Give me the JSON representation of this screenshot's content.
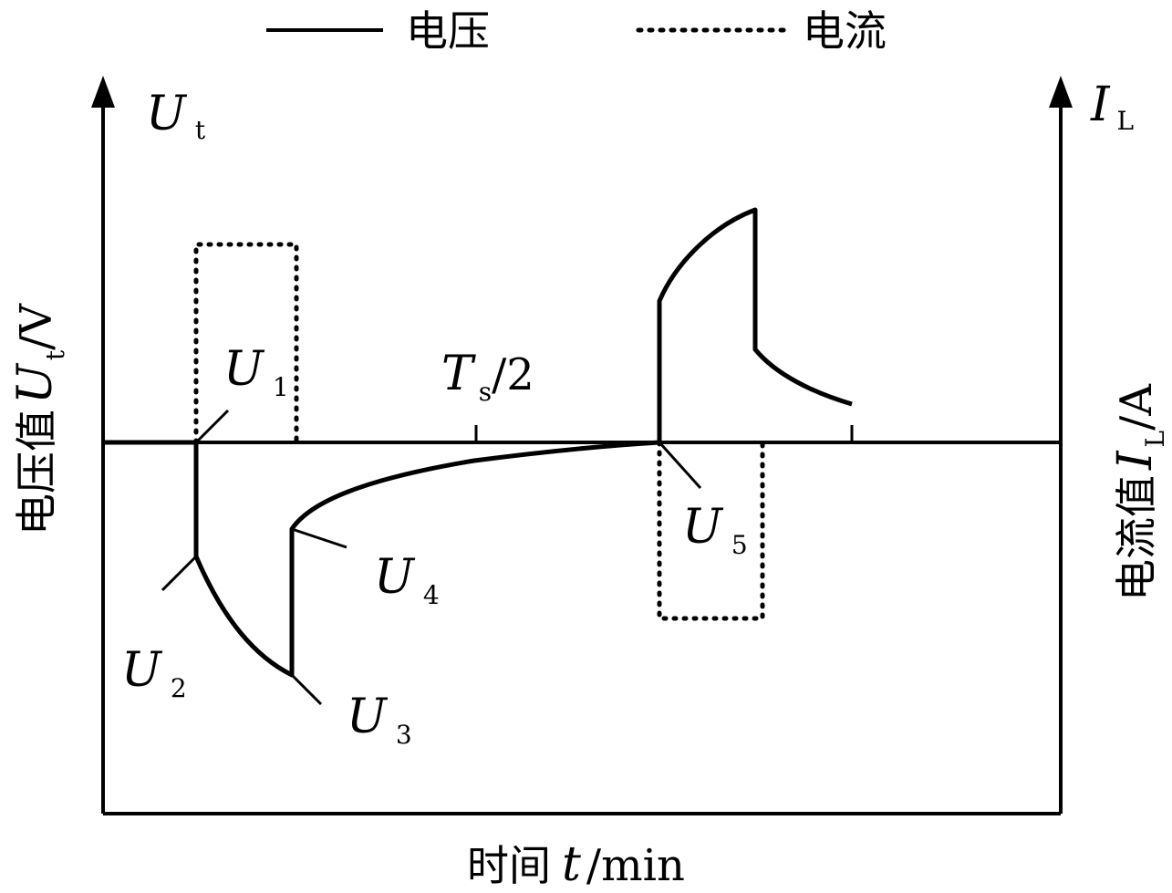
{
  "legend": {
    "voltage_label": "电压",
    "current_label": "电流"
  },
  "axes": {
    "left_top_symbol": "U",
    "left_top_sub": "t",
    "right_top_symbol": "I",
    "right_top_sub": "L",
    "left_label_cn": "电压值",
    "left_label_sym": "U",
    "left_label_sub": "t",
    "left_label_unit": "/V",
    "right_label_cn": "电流值",
    "right_label_sym": "I",
    "right_label_sub": "L",
    "right_label_unit": "/A",
    "x_label_cn": "时间",
    "x_label_sym": "t",
    "x_label_unit": "/min"
  },
  "tick": {
    "symbol": "T",
    "sub": "s",
    "suffix": "/2"
  },
  "points": {
    "u1": {
      "sym": "U",
      "sub": "1"
    },
    "u2": {
      "sym": "U",
      "sub": "2"
    },
    "u3": {
      "sym": "U",
      "sub": "3"
    },
    "u4": {
      "sym": "U",
      "sub": "4"
    },
    "u5": {
      "sym": "U",
      "sub": "5"
    }
  },
  "colors": {
    "ink": "#000000",
    "background": "#ffffff"
  }
}
